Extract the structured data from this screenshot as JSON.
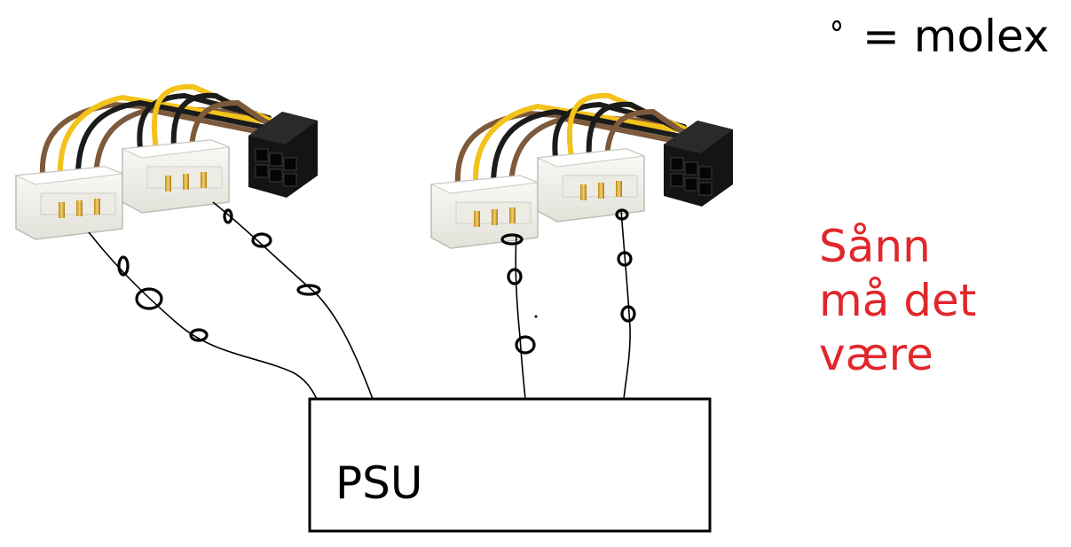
{
  "legend": {
    "symbol_name": "molex-symbol-icon",
    "text": "= molex"
  },
  "note": {
    "lines": [
      "Sånn",
      "må det",
      "være"
    ],
    "color": "#e1272b"
  },
  "psu": {
    "label": "PSU"
  },
  "adapters": [
    {
      "name": "adapter-left",
      "pcie_pins": "6-pin",
      "molex_connectors": 2
    },
    {
      "name": "adapter-right",
      "pcie_pins": "6-pin",
      "molex_connectors": 2
    }
  ],
  "wire_colors": {
    "yellow": "#f3c21b",
    "black": "#1b1b1b",
    "brown": "#7d5a3c"
  }
}
